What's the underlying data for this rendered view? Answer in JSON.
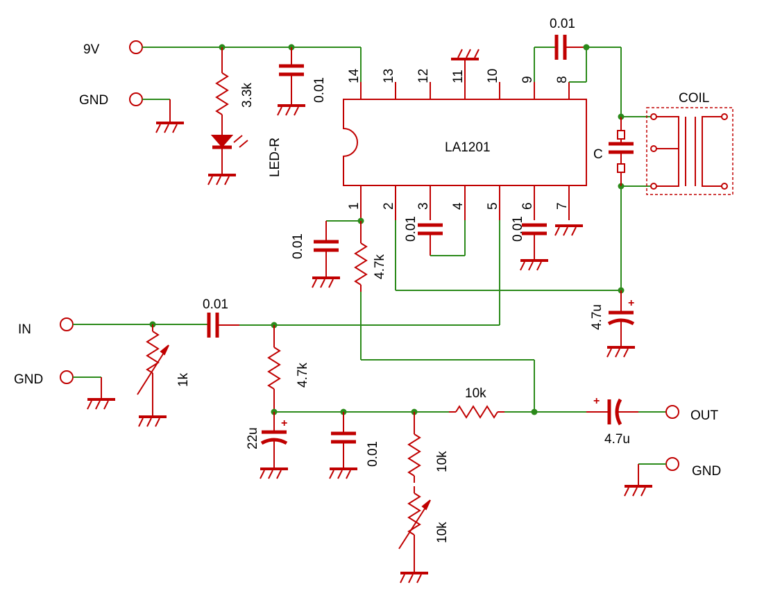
{
  "colors": {
    "wire": "#2b8a1a",
    "component": "#c00000",
    "text": "#000000",
    "background": "#ffffff"
  },
  "ic": {
    "name": "LA1201",
    "pins": [
      "1",
      "2",
      "3",
      "4",
      "5",
      "6",
      "7",
      "8",
      "9",
      "10",
      "11",
      "12",
      "13",
      "14"
    ]
  },
  "terminals": {
    "vcc": "9V",
    "gnd1": "GND",
    "input": "IN",
    "gnd2": "GND",
    "output": "OUT",
    "gnd3": "GND"
  },
  "components": {
    "r_led": "3.3k",
    "led": "LED-R",
    "c_vcc": "0.01",
    "c_pin9_8": "0.01",
    "coil": "COIL",
    "c_tank": "C",
    "c_pin1": "0.01",
    "r_pin1": "4.7k",
    "c_pin3_4": "0.01",
    "c_pin6": "0.01",
    "c_elec_tank": "4.7u",
    "c_in": "0.01",
    "vr_in": "1k",
    "r_bias": "4.7k",
    "c_elec_22": "22u",
    "c_bypass": "0.01",
    "r_10k_series": "10k",
    "r_10k_down": "10k",
    "vr_10k": "10k",
    "c_out": "4.7u"
  }
}
